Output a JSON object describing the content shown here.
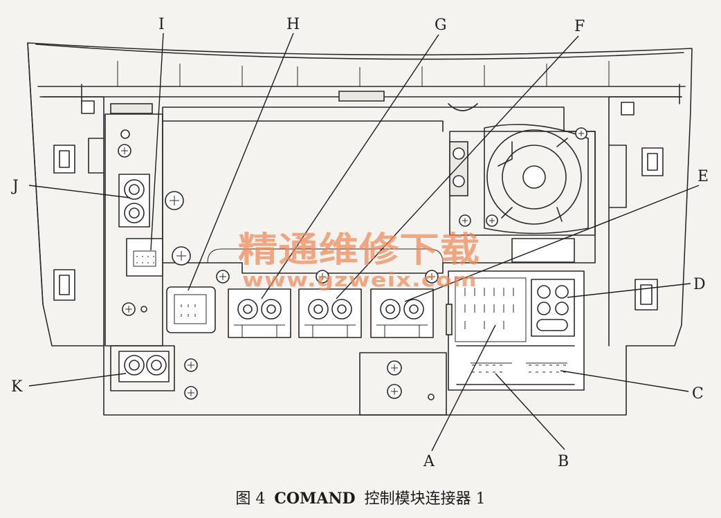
{
  "callouts": {
    "A": "A",
    "B": "B",
    "C": "C",
    "D": "D",
    "E": "E",
    "F": "F",
    "G": "G",
    "H": "H",
    "I": "I",
    "J": "J",
    "K": "K"
  },
  "watermark": {
    "title": "精通维修下载",
    "url": "www.gzweix.com"
  },
  "caption": {
    "figure": "图 4",
    "model": "COMAND",
    "text": "控制模块连接器 1"
  },
  "colors": {
    "line": "#2a2a2a",
    "paper": "#f4f3ef",
    "watermark": "#ef8a58"
  }
}
